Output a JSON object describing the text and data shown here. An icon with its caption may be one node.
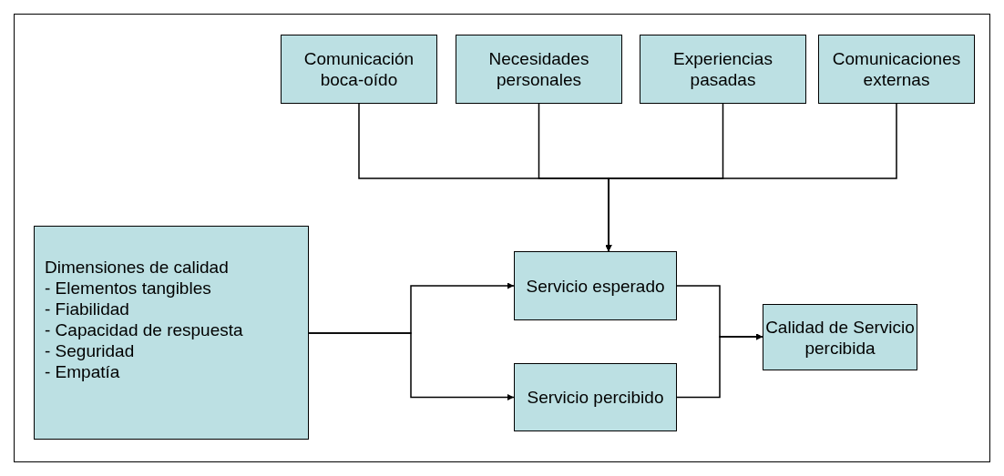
{
  "diagram": {
    "nodes": [
      {
        "text": [
          "Comunicación boca-oído"
        ]
      },
      {
        "text": [
          "Necesidades personales"
        ]
      },
      {
        "text": [
          "Experiencias pasadas"
        ]
      },
      {
        "text": [
          "Comunicaciones externas"
        ]
      },
      {
        "text": [
          "Dimensiones de calidad",
          "- Elementos tangibles",
          "- Fiabilidad",
          "- Capacidad de respuesta",
          "- Seguridad",
          "- Empatía"
        ]
      },
      {
        "text": [
          "Servicio esperado"
        ]
      },
      {
        "text": [
          "Servicio percibido"
        ]
      },
      {
        "text": [
          "Calidad de Servicio percibida"
        ]
      }
    ],
    "edges": [
      {
        "from": 0,
        "to": 5,
        "arrow": "to"
      },
      {
        "from": 1,
        "to": 5,
        "arrow": "to"
      },
      {
        "from": 2,
        "to": 5,
        "arrow": "to"
      },
      {
        "from": 3,
        "to": 5,
        "arrow": "to"
      },
      {
        "from": 4,
        "to": 5,
        "arrow": "to"
      },
      {
        "from": 4,
        "to": 6,
        "arrow": "to"
      },
      {
        "from": 5,
        "to": 7,
        "arrow": "to"
      },
      {
        "from": 6,
        "to": 7,
        "arrow": "to"
      }
    ]
  }
}
